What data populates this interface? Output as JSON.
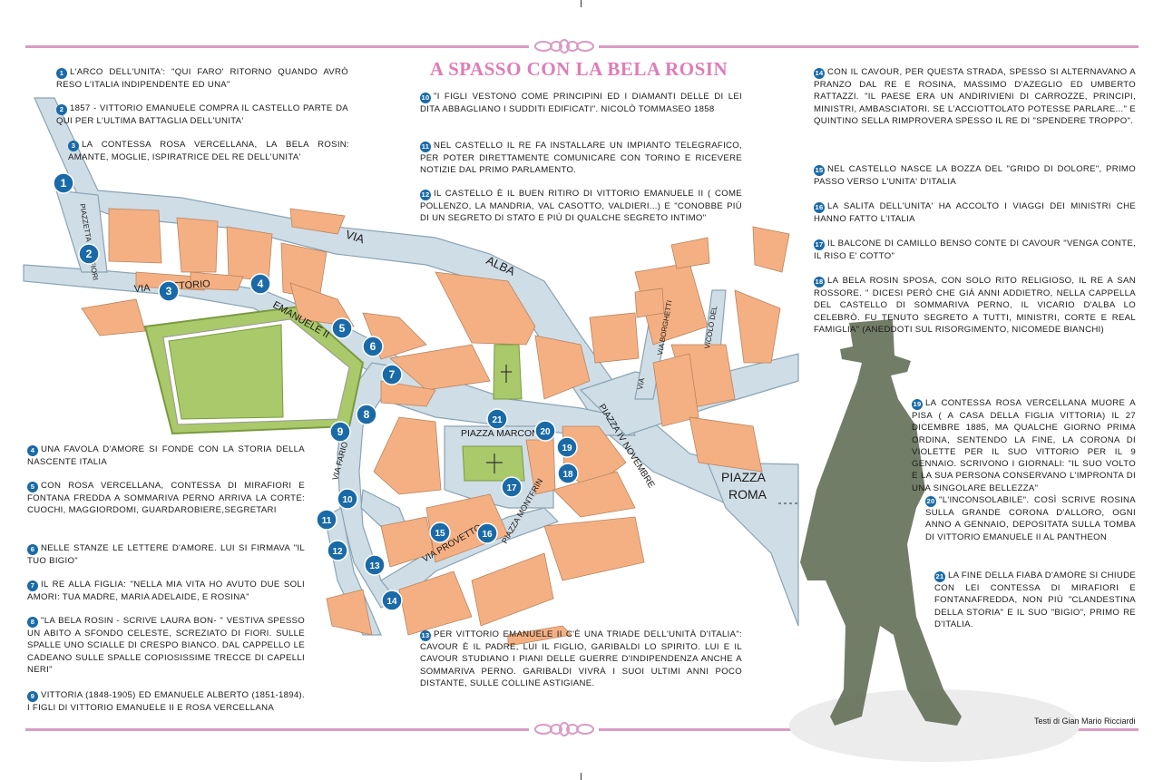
{
  "page_title": "A SPASSO CON LA BELA ROSIN",
  "credit": "Testi di Gian Mario Ricciardi",
  "streets": {
    "via_alba_1": "VIA",
    "via_alba_2": "ALBA",
    "via_vittorio": "VIA     VITTORIO",
    "emanuele": "EMANUELE II",
    "piazzetta": "PIAZZETTA MIRAFIORI",
    "piazza_marconi": "PIAZZA MARCONI",
    "piazza_novembre": "PIAZZA IV NOVEMBRE",
    "piazza_roma_1": "PIAZZA",
    "piazza_roma_2": "ROMA",
    "via_fario": "VIA FARIO",
    "via_provetto": "VIA PROVETTO",
    "piazza_montfrin": "PIAZZA MONTFRIN",
    "via_borghetti": "VIA BORGHETTI",
    "vicolo": "VICOLO DEL",
    "via_small": "VIA"
  },
  "notes_left": [
    {
      "n": "1",
      "text": "L'ARCO DELL'UNITA': \"QUI FARO' RITORNO QUANDO AVRÒ RESO L'ITALIA INDIPENDENTE ED UNA\""
    },
    {
      "n": "2",
      "text": "1857 - VITTORIO EMANUELE COMPRA IL CASTELLO PARTE DA QUI PER L'ULTIMA BATTAGLIA DELL'UNITA'"
    },
    {
      "n": "3",
      "text": "LA CONTESSA ROSA VERCELLANA, LA BELA ROSIN: AMANTE, MOGLIE, ISPIRATRICE DEL RE DELL'UNITA'"
    },
    {
      "n": "4",
      "text": "UNA FAVOLA D'AMORE SI FONDE CON LA STORIA DELLA NASCENTE ITALIA"
    },
    {
      "n": "5",
      "text": "CON ROSA VERCELLANA, CONTESSA DI MIRAFIORI E FONTANA FREDDA A SOMMARIVA PERNO ARRIVA LA CORTE: CUOCHI, MAGGIORDOMI, GUARDAROBIERE,SEGRETARI"
    },
    {
      "n": "6",
      "text": "NELLE STANZE LE LETTERE D'AMORE. LUI SI FIRMAVA \"IL TUO BIGIO\""
    },
    {
      "n": "7",
      "text": "IL RE ALLA FIGLIA: \"NELLA MIA VITA HO AVUTO DUE SOLI AMORI: TUA MADRE, MARIA ADELAIDE, E ROSINA\""
    },
    {
      "n": "8",
      "text": "\"LA BELA ROSIN - SCRIVE LAURA BON- \" VESTIVA SPESSO UN ABITO A SFONDO CELESTE, SCREZIATO DI FIORI. SULLE SPALLE UNO SCIALLE DI CRESPO BIANCO. DAL CAPPELLO LE CADEANO SULLE SPALLE COPIOSISSIME TRECCE DI CAPELLI NERI\""
    },
    {
      "n": "9",
      "text": "VITTORIA (1848-1905) ED EMANUELE ALBERTO (1851-1894). I FIGLI DI VITTORIO EMANUELE II E ROSA VERCELLANA"
    }
  ],
  "notes_center": [
    {
      "n": "10",
      "text": "\"I FIGLI VESTONO COME PRINCIPINI ED I DIAMANTI DELLE DI LEI DITA ABBAGLIANO I SUDDITI EDIFICATI\". NICOLÒ TOMMASEO 1858"
    },
    {
      "n": "11",
      "text": "NEL CASTELLO IL RE FA INSTALLARE UN IMPIANTO TELEGRAFICO, PER POTER DIRETTAMENTE COMUNICARE CON TORINO E RICEVERE NOTIZIE DAL PRIMO PARLAMENTO."
    },
    {
      "n": "12",
      "text": "IL CASTELLO È IL BUEN RITIRO DI VITTORIO EMANUELE II ( COME POLLENZO, LA MANDRIA, VAL CASOTTO, VALDIERI...) E \"CONOBBE PIÙ DI UN SEGRETO DI STATO E PIÙ DI QUALCHE SEGRETO INTIMO\""
    },
    {
      "n": "13",
      "text": "PER VITTORIO EMANUELE II C'È UNA TRIADE DELL'UNITÀ D'ITALIA\": CAVOUR È IL PADRE, LUI IL FIGLIO, GARIBALDI LO SPIRITO. LUI E IL CAVOUR STUDIANO I PIANI DELLE GUERRE D'INDIPENDENZA ANCHE A SOMMARIVA PERNO. GARIBALDI VIVRÀ I SUOI ULTIMI ANNI POCO DISTANTE, SULLE COLLINE ASTIGIANE."
    }
  ],
  "notes_right": [
    {
      "n": "14",
      "text": "CON IL CAVOUR, PER QUESTA STRADA, SPESSO SI ALTERNAVANO A PRANZO DAL RE E ROSINA, MASSIMO D'AZEGLIO ED UMBERTO RATTAZZI. \"IL PAESE ERA UN ANDIRIVIENI DI CARROZZE, PRINCIPI, MINISTRI, AMBASCIATORI. SE L'ACCIOTTOLATO POTESSE PARLARE...\" E QUINTINO SELLA RIMPROVERA SPESSO IL RE DI \"SPENDERE TROPPO\"."
    },
    {
      "n": "15",
      "text": "NEL CASTELLO NASCE LA BOZZA DEL \"GRIDO DI DOLORE\", PRIMO PASSO VERSO L'UNITA' D'ITALIA"
    },
    {
      "n": "16",
      "text": "LA SALITA DELL'UNITA' HA ACCOLTO I VIAGGI DEI MINISTRI CHE HANNO FATTO L'ITALIA"
    },
    {
      "n": "17",
      "text": "IL BALCONE DI CAMILLO BENSO CONTE DI CAVOUR \"VENGA CONTE, IL RISO E' COTTO\""
    },
    {
      "n": "18",
      "text": "LA BELA ROSIN SPOSA, CON SOLO RITO RELIGIOSO, IL RE A SAN ROSSORE. \" DICESI PERÒ CHE GIÀ ANNI ADDIETRO, NELLA CAPPELLA DEL CASTELLO DI SOMMARIVA PERNO, IL VICARIO D'ALBA LO CELEBRÒ. FU TENUTO SEGRETO A TUTTI, MINISTRI, CORTE E REAL FAMIGLIA\" (ANEDDOTI SUL RISORGIMENTO, NICOMEDE BIANCHI)"
    },
    {
      "n": "19",
      "text": "LA CONTESSA ROSA VERCELLANA MUORE A PISA ( A CASA DELLA FIGLIA VITTORIA) IL 27 DICEMBRE 1885, MA QUALCHE GIORNO PRIMA ORDINA, SENTENDO LA FINE, LA CORONA DI VIOLETTE PER IL SUO VITTORIO PER IL 9 GENNAIO. SCRIVONO I GIORNALI: \"IL SUO VOLTO E LA SUA PERSONA CONSERVANO L'IMPRONTA DI UNA SINGOLARE BELLEZZA\""
    },
    {
      "n": "20",
      "text": "\"L'INCONSOLABILE\". COSÌ SCRIVE ROSINA SULLA GRANDE CORONA D'ALLORO, OGNI ANNO A GENNAIO, DEPOSITATA SULLA TOMBA DI VITTORIO EMANUELE II AL PANTHEON"
    },
    {
      "n": "21",
      "text": "LA FINE DELLA FIABA D'AMORE SI CHIUDE CON LEI CONTESSA DI MIRAFIORI E FONTANAFREDDA, NON PIÙ \"CLANDESTINA DELLA STORIA\" E IL SUO \"BIGIO\", PRIMO RE D'ITALIA."
    }
  ],
  "markers": [
    "1",
    "2",
    "3",
    "4",
    "5",
    "6",
    "7",
    "8",
    "9",
    "10",
    "11",
    "12",
    "13",
    "14",
    "15",
    "16",
    "17",
    "18",
    "19",
    "20",
    "21"
  ],
  "colors": {
    "road": "#cfdde6",
    "building": "#f4b083",
    "park": "#a9c96a",
    "marker": "#1a6aa8",
    "rule": "#d99cc4",
    "title": "#e07cb6",
    "silhouette": "#5f6b52"
  }
}
